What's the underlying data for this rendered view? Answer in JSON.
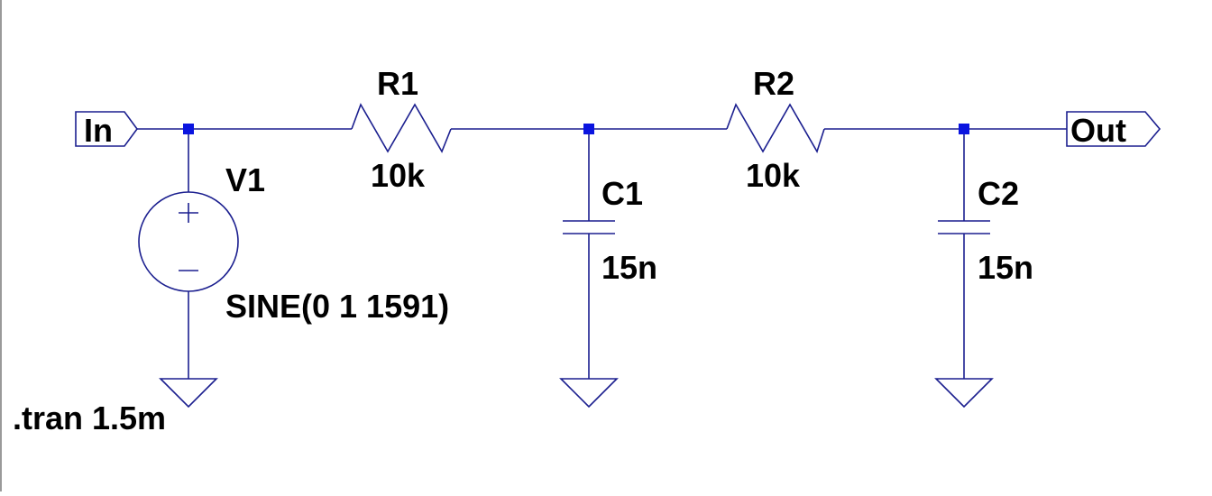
{
  "colors": {
    "wire": "#1b1f8f",
    "junction": "#0a14e0",
    "text": "#000000",
    "background": "#ffffff"
  },
  "ports": {
    "input": "In",
    "output": "Out"
  },
  "source": {
    "name": "V1",
    "value": "SINE(0 1 1591)"
  },
  "resistors": [
    {
      "name": "R1",
      "value": "10k"
    },
    {
      "name": "R2",
      "value": "10k"
    }
  ],
  "capacitors": [
    {
      "name": "C1",
      "value": "15n"
    },
    {
      "name": "C2",
      "value": "15n"
    }
  ],
  "directive": ".tran 1.5m"
}
